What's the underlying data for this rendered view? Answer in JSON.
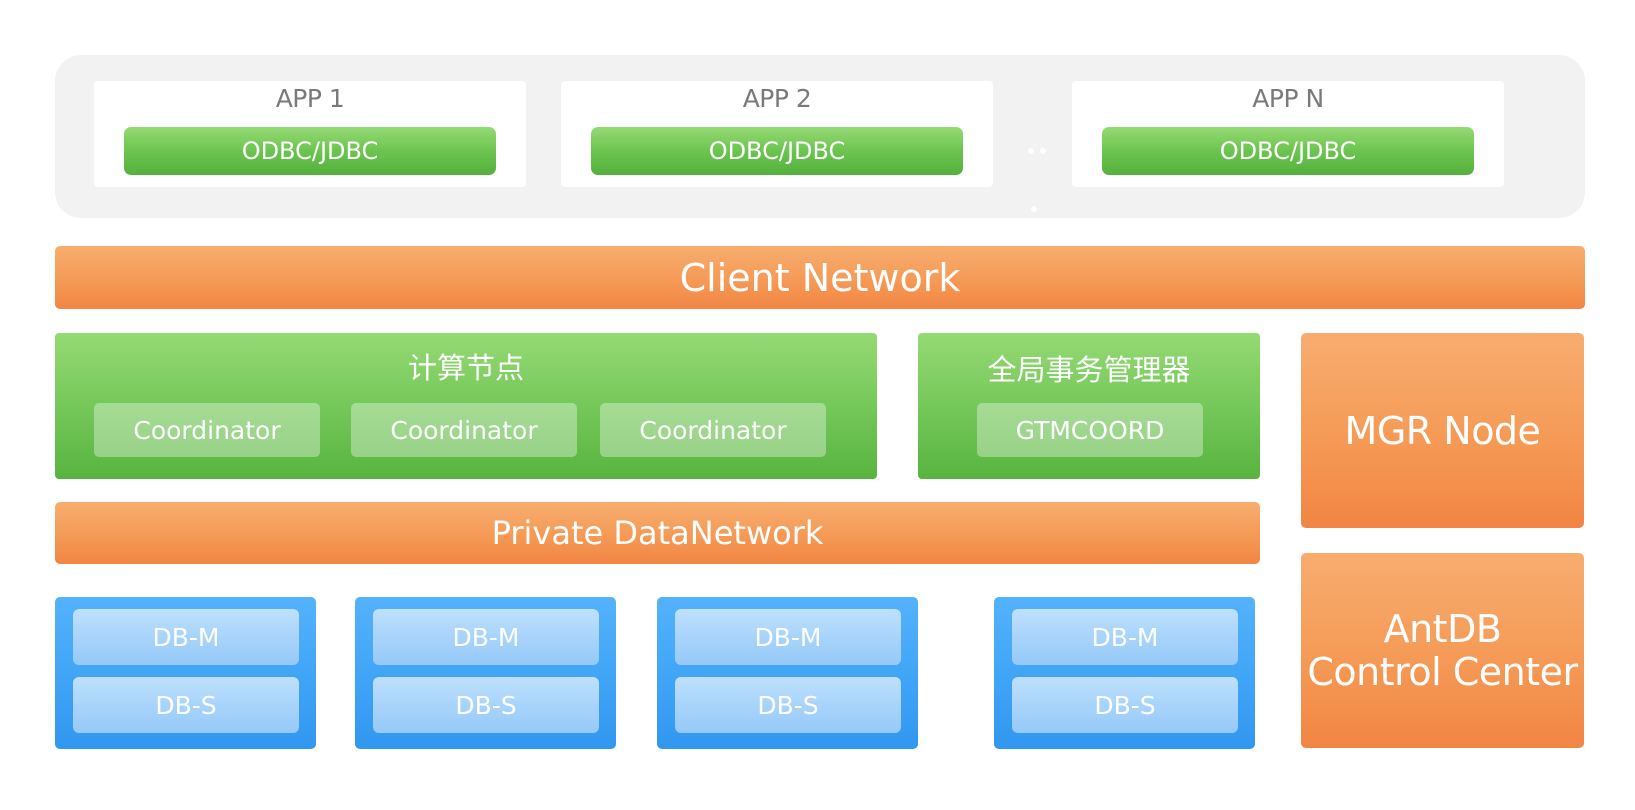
{
  "apps": [
    {
      "title": "APP 1",
      "driver": "ODBC/JDBC"
    },
    {
      "title": "APP 2",
      "driver": "ODBC/JDBC"
    },
    {
      "title": "APP N",
      "driver": "ODBC/JDBC"
    }
  ],
  "client_network": "Client Network",
  "compute": {
    "title": "计算节点",
    "nodes": [
      "Coordinator",
      "Coordinator",
      "Coordinator"
    ]
  },
  "gtm": {
    "title": "全局事务管理器",
    "node": "GTMCOORD"
  },
  "private_network": "Private DataNetwork",
  "mgr_node": "MGR Node",
  "control_center": {
    "line1": "AntDB",
    "line2": "Control Center"
  },
  "db_groups": [
    {
      "master": "DB-M",
      "slave": "DB-S"
    },
    {
      "master": "DB-M",
      "slave": "DB-S"
    },
    {
      "master": "DB-M",
      "slave": "DB-S"
    },
    {
      "master": "DB-M",
      "slave": "DB-S"
    }
  ],
  "colors": {
    "green": "#6cc450",
    "orange": "#f59a56",
    "blue": "#3ea3f6",
    "panel_gray": "#f2f2f2"
  }
}
